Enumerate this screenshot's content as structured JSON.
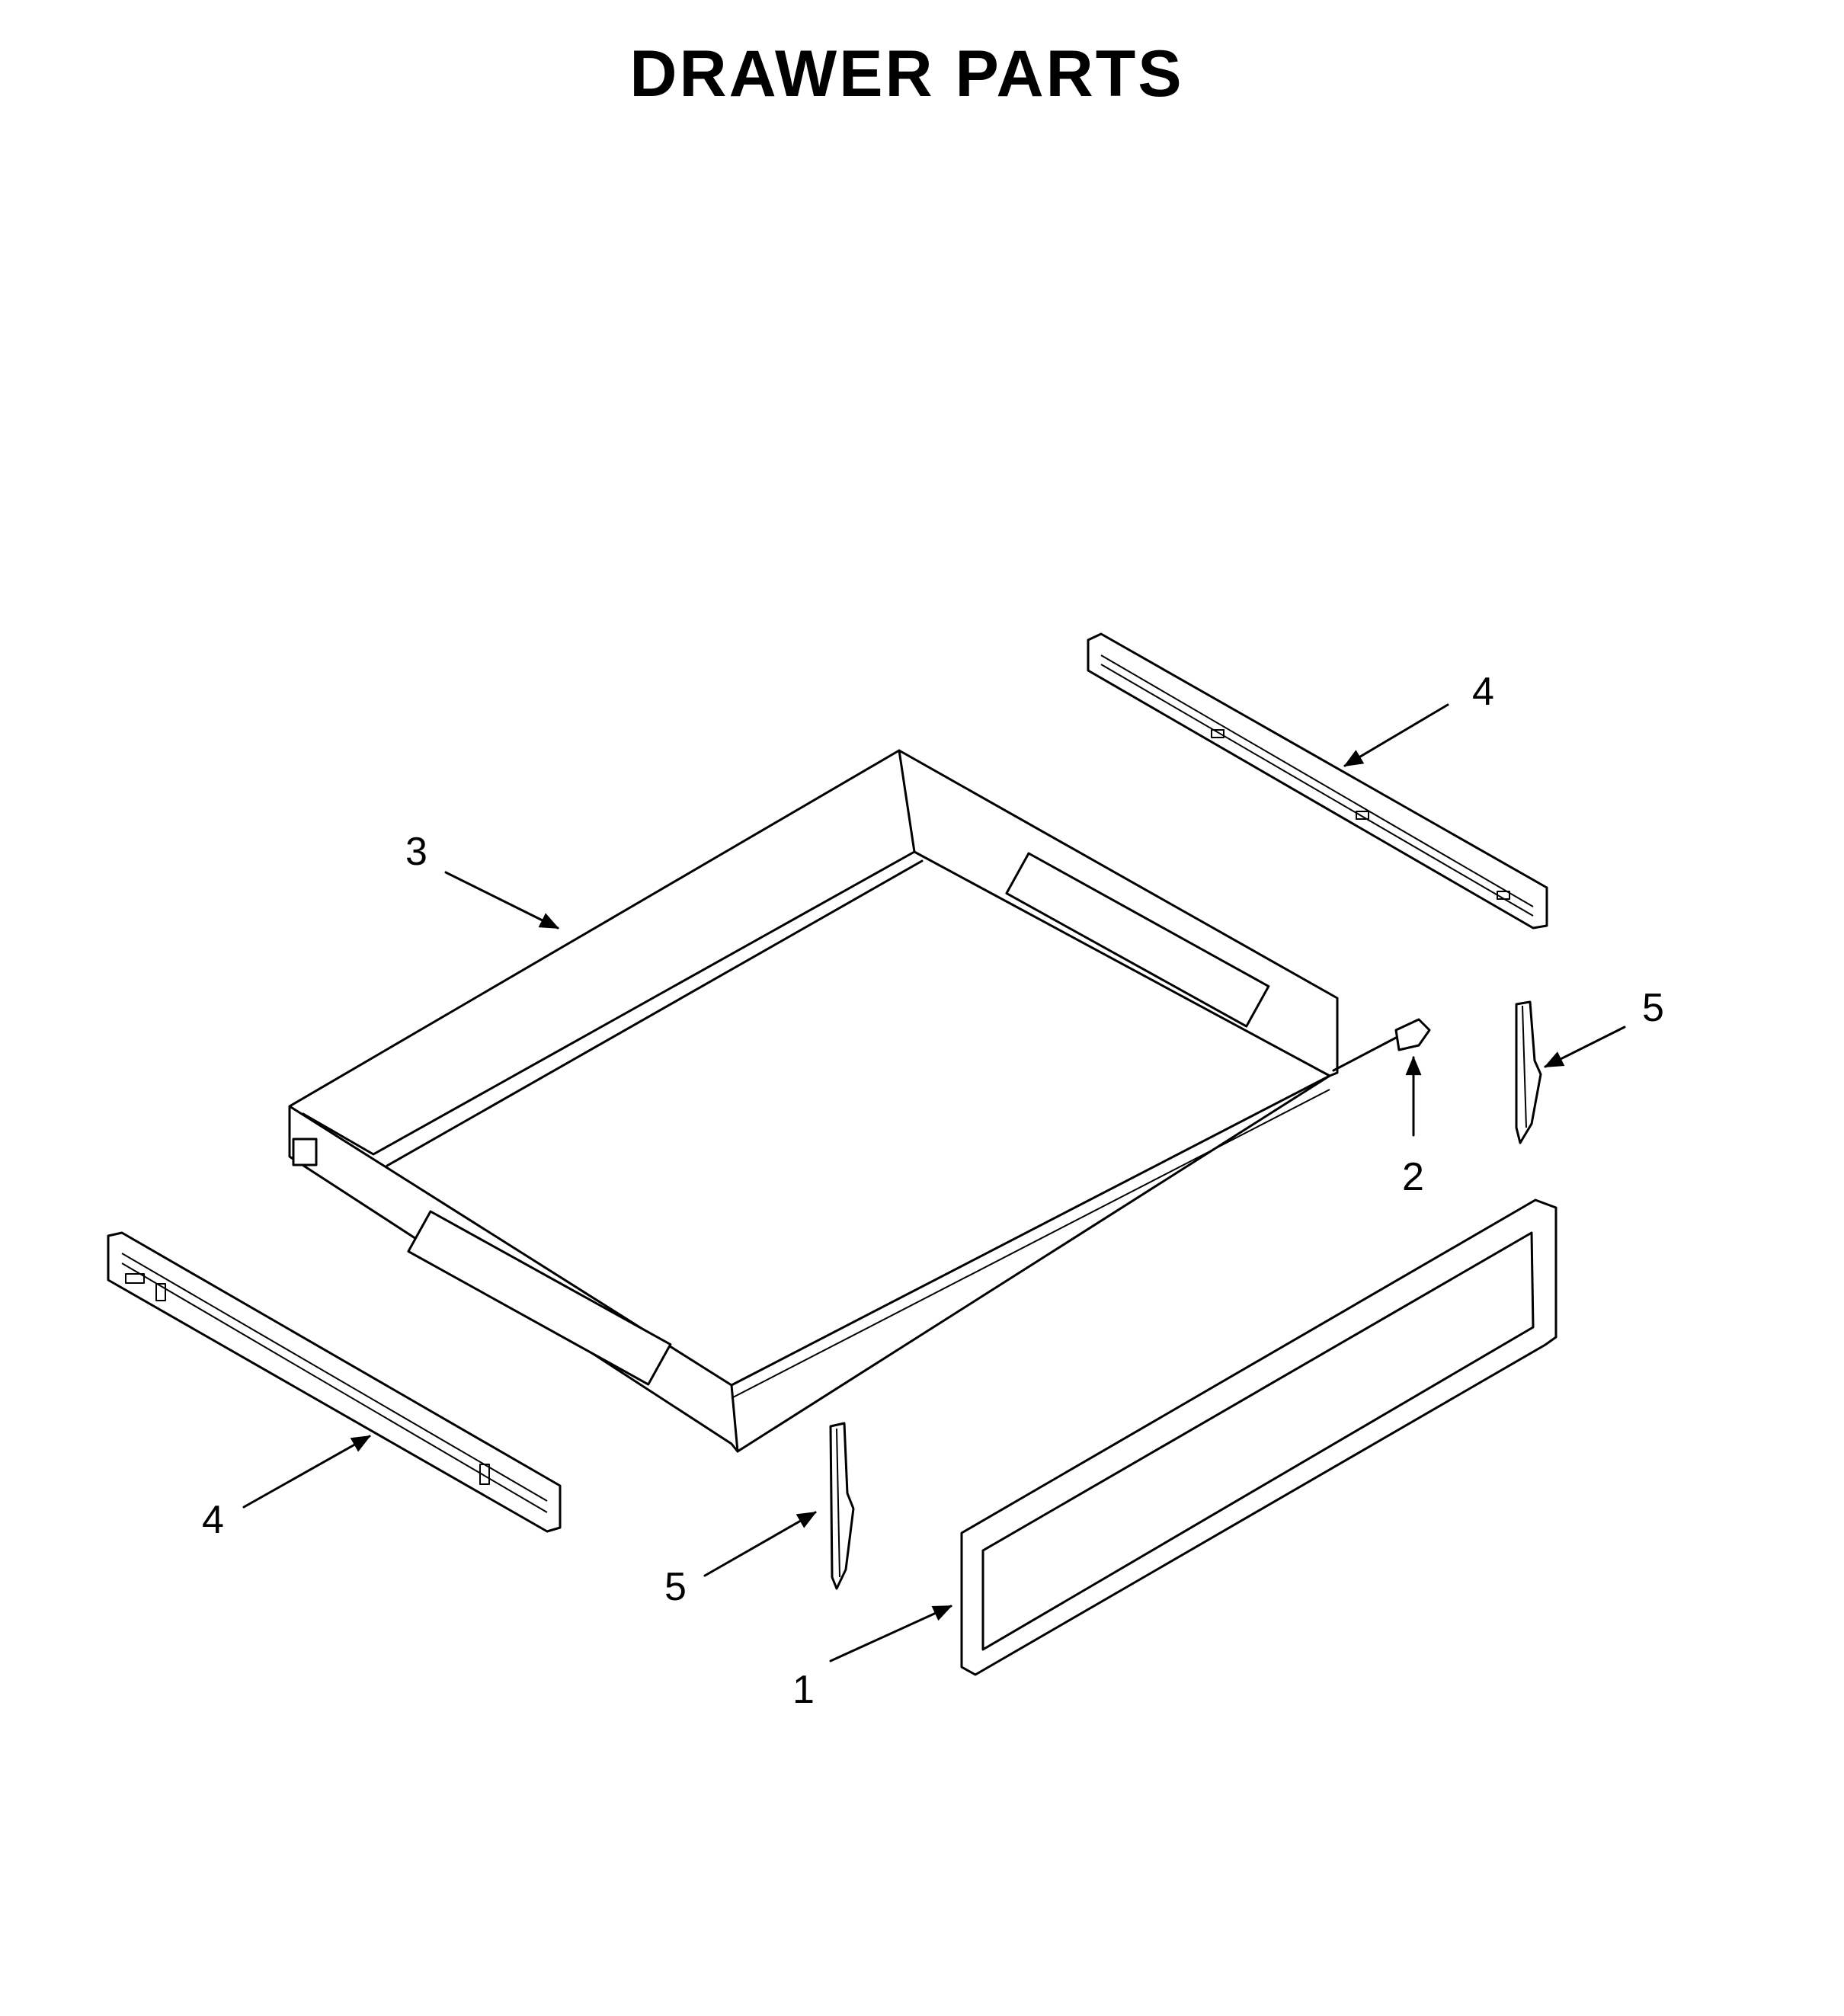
{
  "title": "DRAWER PARTS",
  "callouts": [
    {
      "id": "c1",
      "label": "1"
    },
    {
      "id": "c2",
      "label": "2"
    },
    {
      "id": "c3",
      "label": "3"
    },
    {
      "id": "c4a",
      "label": "4"
    },
    {
      "id": "c4b",
      "label": "4"
    },
    {
      "id": "c5a",
      "label": "5"
    },
    {
      "id": "c5b",
      "label": "5"
    }
  ]
}
